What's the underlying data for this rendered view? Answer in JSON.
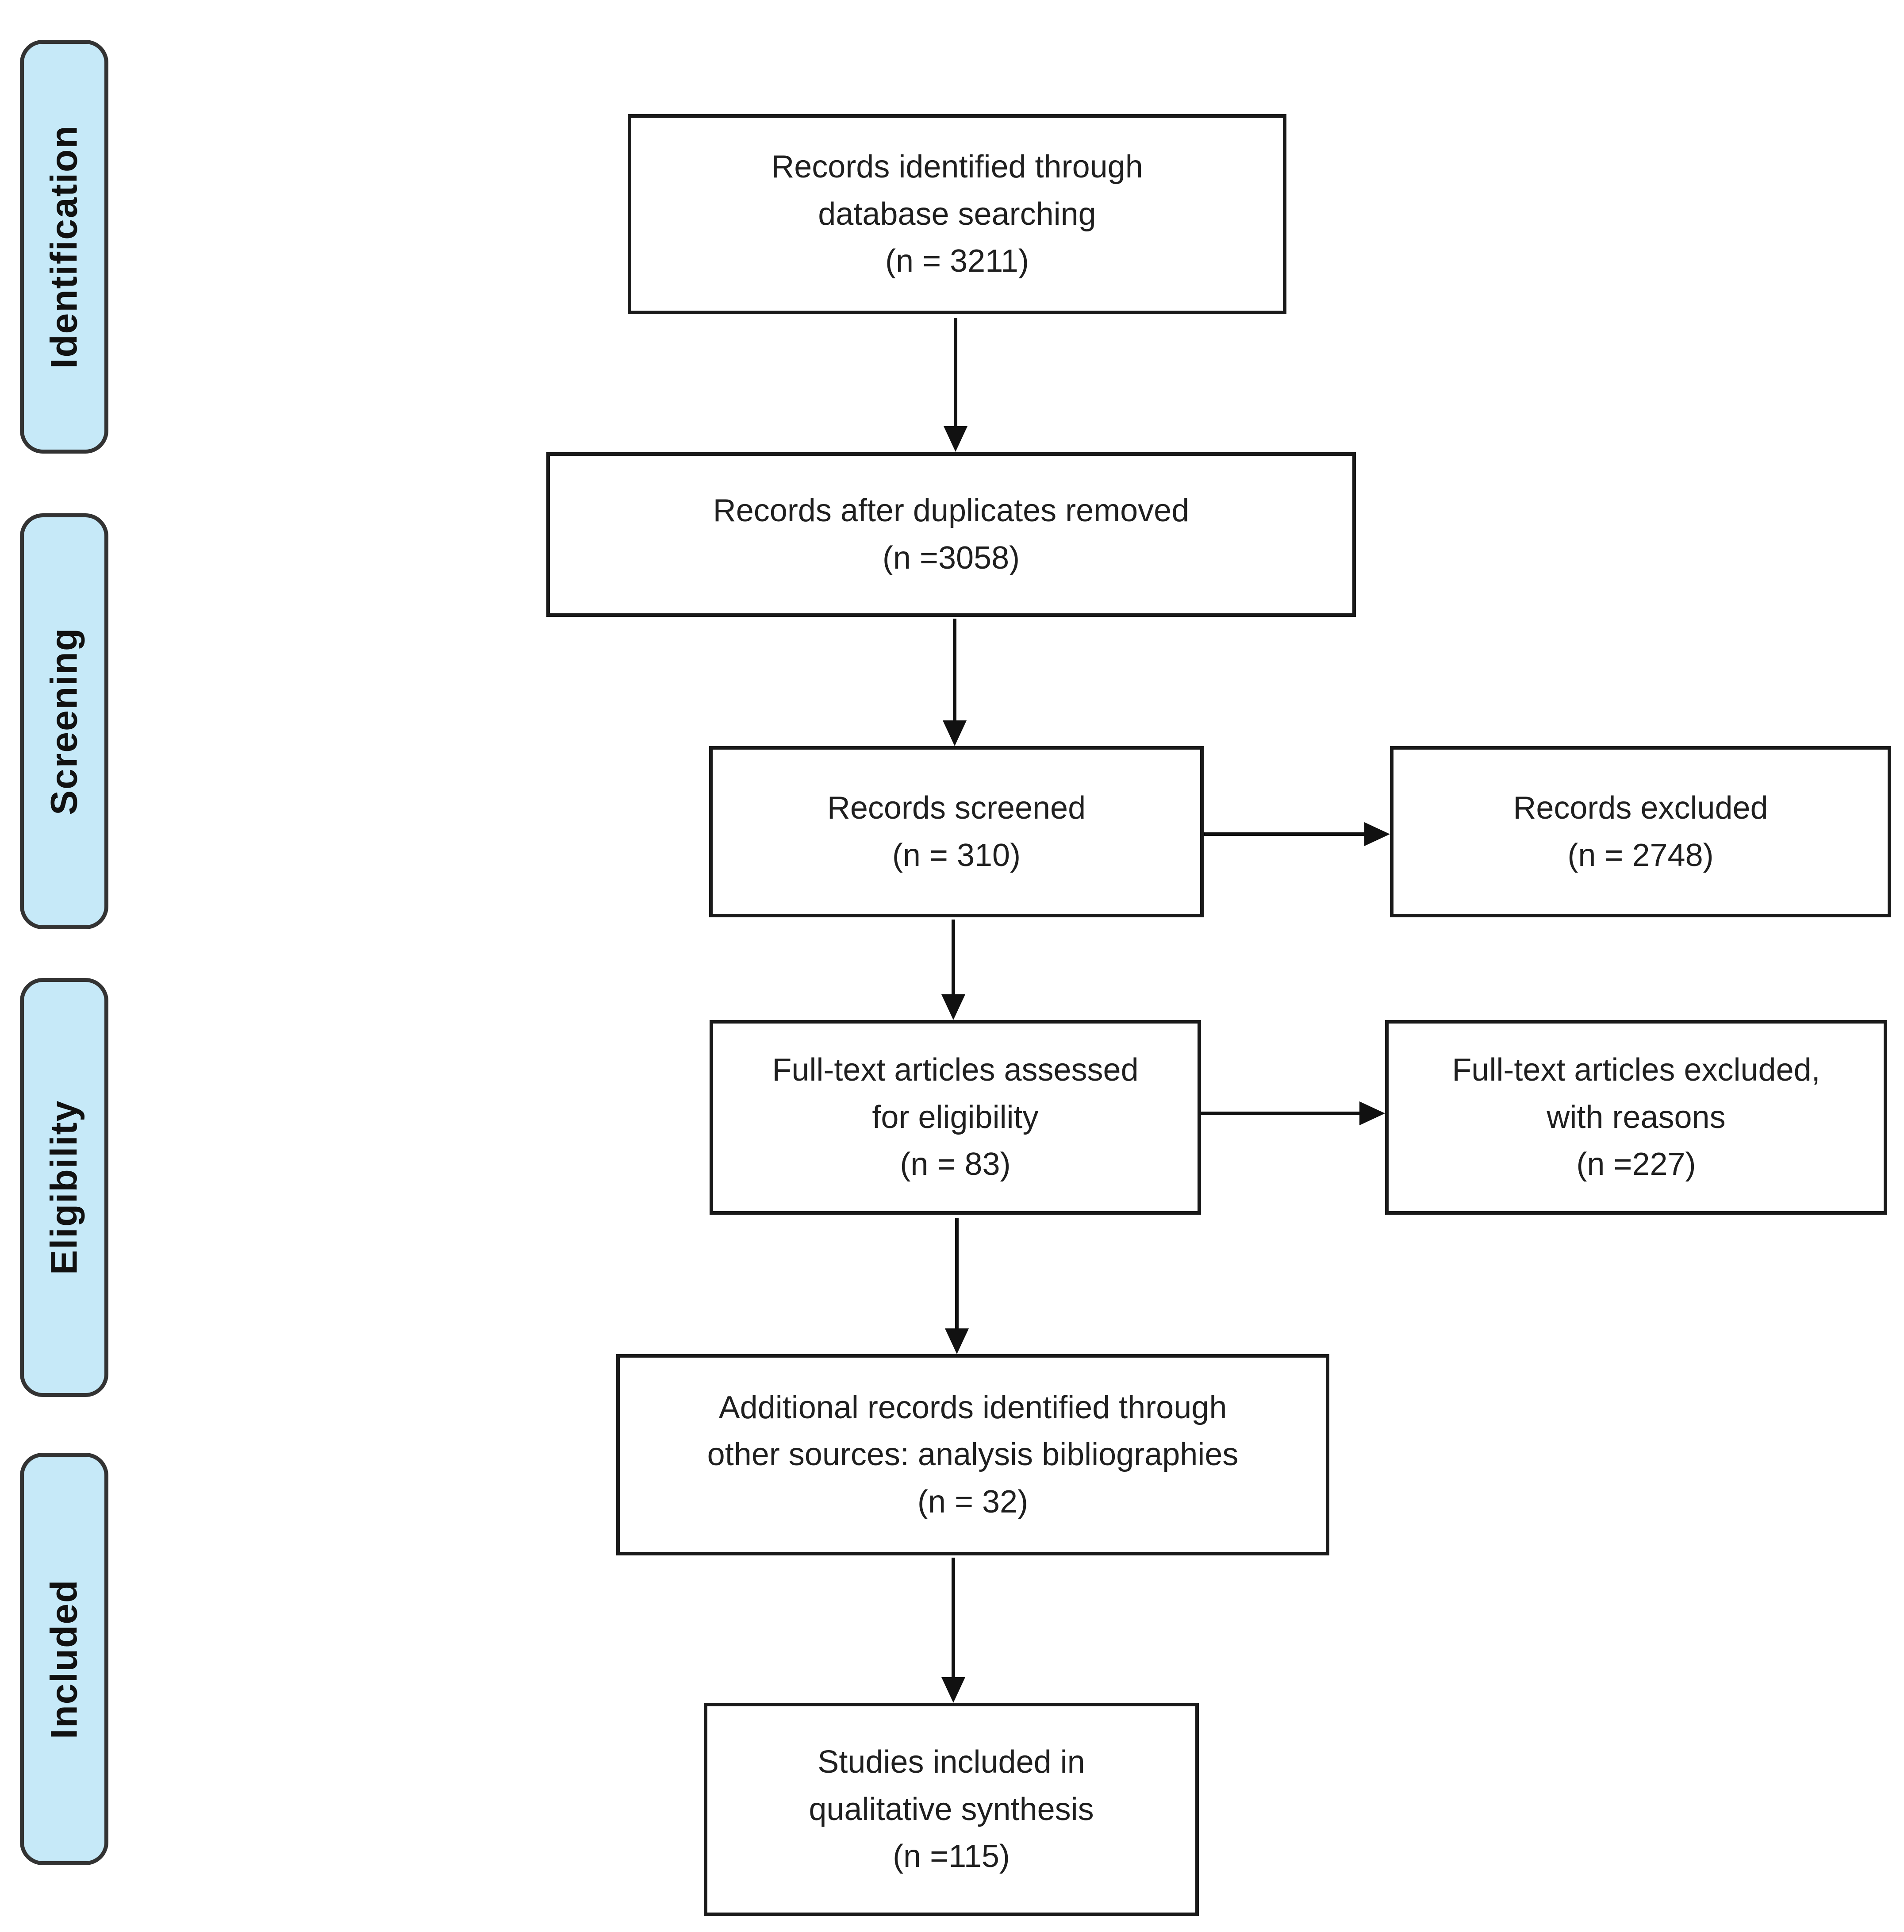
{
  "diagram": {
    "type": "prisma-flow-diagram",
    "stages": [
      {
        "label": "Identification"
      },
      {
        "label": "Screening"
      },
      {
        "label": "Eligibility"
      },
      {
        "label": "Included"
      }
    ],
    "boxes": {
      "identified": {
        "lines": [
          "Records identified through",
          "database searching",
          "(n = 3211)"
        ],
        "n": 3211
      },
      "duplicates_removed": {
        "lines": [
          "Records after duplicates removed",
          "(n =3058)"
        ],
        "n": 3058
      },
      "screened": {
        "lines": [
          "Records screened",
          "(n = 310)"
        ],
        "n": 310
      },
      "records_excluded": {
        "lines": [
          "Records excluded",
          "(n = 2748)"
        ],
        "n": 2748
      },
      "fulltext_assessed": {
        "lines": [
          "Full-text articles assessed",
          "for eligibility",
          "(n = 83)"
        ],
        "n": 83
      },
      "fulltext_excluded": {
        "lines": [
          "Full-text articles excluded,",
          "with reasons",
          "(n =227)"
        ],
        "n": 227
      },
      "additional_records": {
        "lines": [
          "Additional records identified through",
          "other sources: analysis bibliographies",
          "(n = 32)"
        ],
        "n": 32
      },
      "studies_included": {
        "lines": [
          "Studies included in",
          "qualitative synthesis",
          "(n =115)"
        ],
        "n": 115
      }
    },
    "colors": {
      "stage_fill": "#c6e9f8",
      "stage_border": "#333333",
      "box_border": "#1a1a1a",
      "arrow": "#111111",
      "text": "#1f1f1f",
      "background": "#ffffff"
    }
  }
}
